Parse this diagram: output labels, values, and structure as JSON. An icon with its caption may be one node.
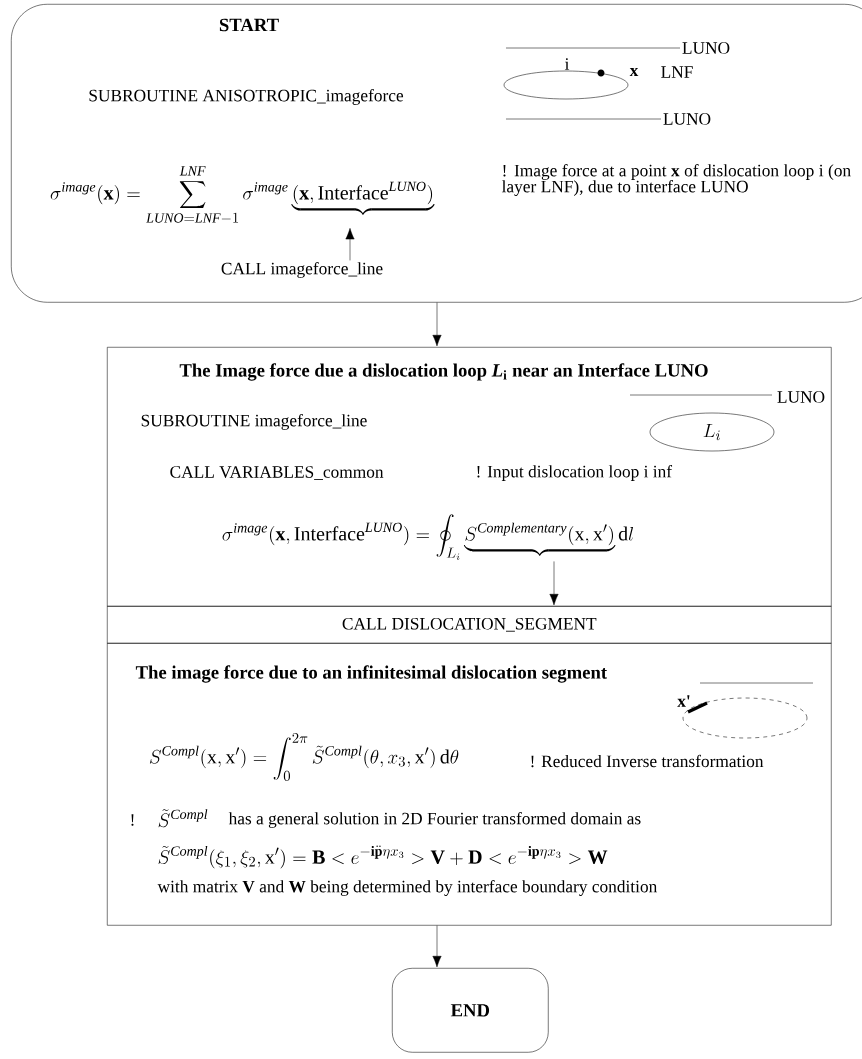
{
  "diagram": {
    "nodes": [
      {
        "text": [
          "START",
          "SUBROUTINE ANISOTROPIC_imageforce",
          "! Image force at a point **x** of dislocation loop i (on layer LNF), due to interface LUNO"
        ]
      },
      {
        "text": [
          "\\sigma^{\\mathit{image}}(\\mathbf{x}) = \\sum_{\\mathit{LUNO}=\\mathit{LNF}-1}^{\\mathit{LNF}} \\sigma^{\\mathit{image}}\\underbrace{(\\mathbf{x},\\mathrm{Interface}^{\\mathit{LUNO}})}"
        ],
        "in": 0
      },
      {
        "text": [
          "CALL imageforce_line"
        ],
        "in": 0
      },
      {
        "text": [
          "The Image force due a dislocation loop *L*$_{i}$ near an Interface LUNO",
          "SUBROUTINE imageforce_line",
          "CALL VARIABLES_common",
          "! Input dislocation loop i inf"
        ]
      },
      {
        "text": [
          "L_i"
        ],
        "in": 3
      },
      {
        "text": [
          "\\sigma^{\\mathit{image}}(\\mathbf{x},\\mathrm{Interface}^{\\mathit{LUNO}}) = \\oint_{L_i} \\underbrace{S^{\\mathit{Complementary}}(\\mathrm{x},\\mathrm{x'})}\\mathrm{d}l"
        ],
        "in": 3
      },
      {
        "text": [
          "CALL DISLOCATION_SEGMENT"
        ]
      },
      {
        "text": [
          "The image force due to an infinitesimal dislocation segment",
          "S^{\\mathit{Compl}}(\\mathrm{x},\\mathrm{x'}) = \\int_0^{2\\pi} \\tilde{S}^{\\mathit{Compl}}(\\theta,x_3,\\mathrm{x'})\\,\\mathrm{d}\\theta",
          "! Reduced Inverse transformation",
          "!",
          "\\tilde{S}^{\\mathit{Compl}}",
          "has a general solution in 2D Fourier transformed domain as",
          "\\tilde{S}^{\\mathit{Compl}}(\\xi_1,\\xi_2,\\mathrm{x'}) = \\mathbf{B} < e^{-\\mathbf{i}\\ddot{\\mathbf{p}}\\eta x_3} > \\mathbf{V} + \\mathbf{D} < e^{-\\mathbf{ip}\\eta x_3} > \\mathbf{W}",
          "with matrix **V** and **W** being determined by interface boundary condition"
        ]
      },
      {
        "text": [
          "END"
        ]
      }
    ],
    "edges": [
      {
        "from": 0,
        "to": 3,
        "arrow": "to"
      },
      {
        "from": 2,
        "to": 1,
        "arrow": "to"
      },
      {
        "from": 5,
        "to": 6,
        "arrow": "to"
      },
      {
        "from": 7,
        "to": 8,
        "arrow": "to"
      }
    ],
    "labels": [
      "LUNO",
      "i",
      "x",
      "LNF",
      "LUNO",
      "LUNO",
      "x'"
    ]
  }
}
